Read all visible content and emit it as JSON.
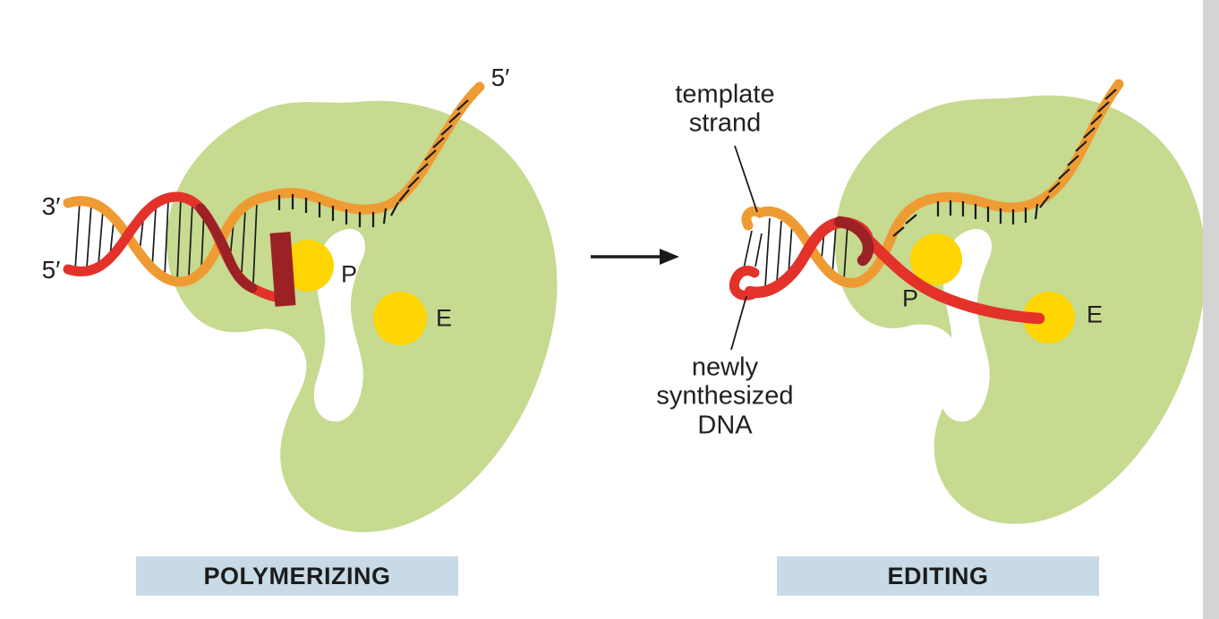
{
  "figure": {
    "left_panel": {
      "caption": "POLYMERIZING",
      "labels": {
        "three_prime": "3′",
        "five_prime": "5′",
        "template_five_prime": "5′",
        "p_site": "P",
        "e_site": "E"
      }
    },
    "right_panel": {
      "caption": "EDITING",
      "labels": {
        "template_strand": "template strand",
        "newly_synthesized_dna": "newly synthesized DNA",
        "p_site": "P",
        "e_site": "E"
      }
    },
    "colors": {
      "enzyme_body": "#c6da90",
      "template_strand": "#ef9b33",
      "new_strand": "#e2322a",
      "new_strand_dark": "#9b2125",
      "active_site": "#ffd503",
      "caption_background": "#c7dae6",
      "line": "#1a1a1a",
      "page_edge": "#d4d4d4"
    }
  }
}
